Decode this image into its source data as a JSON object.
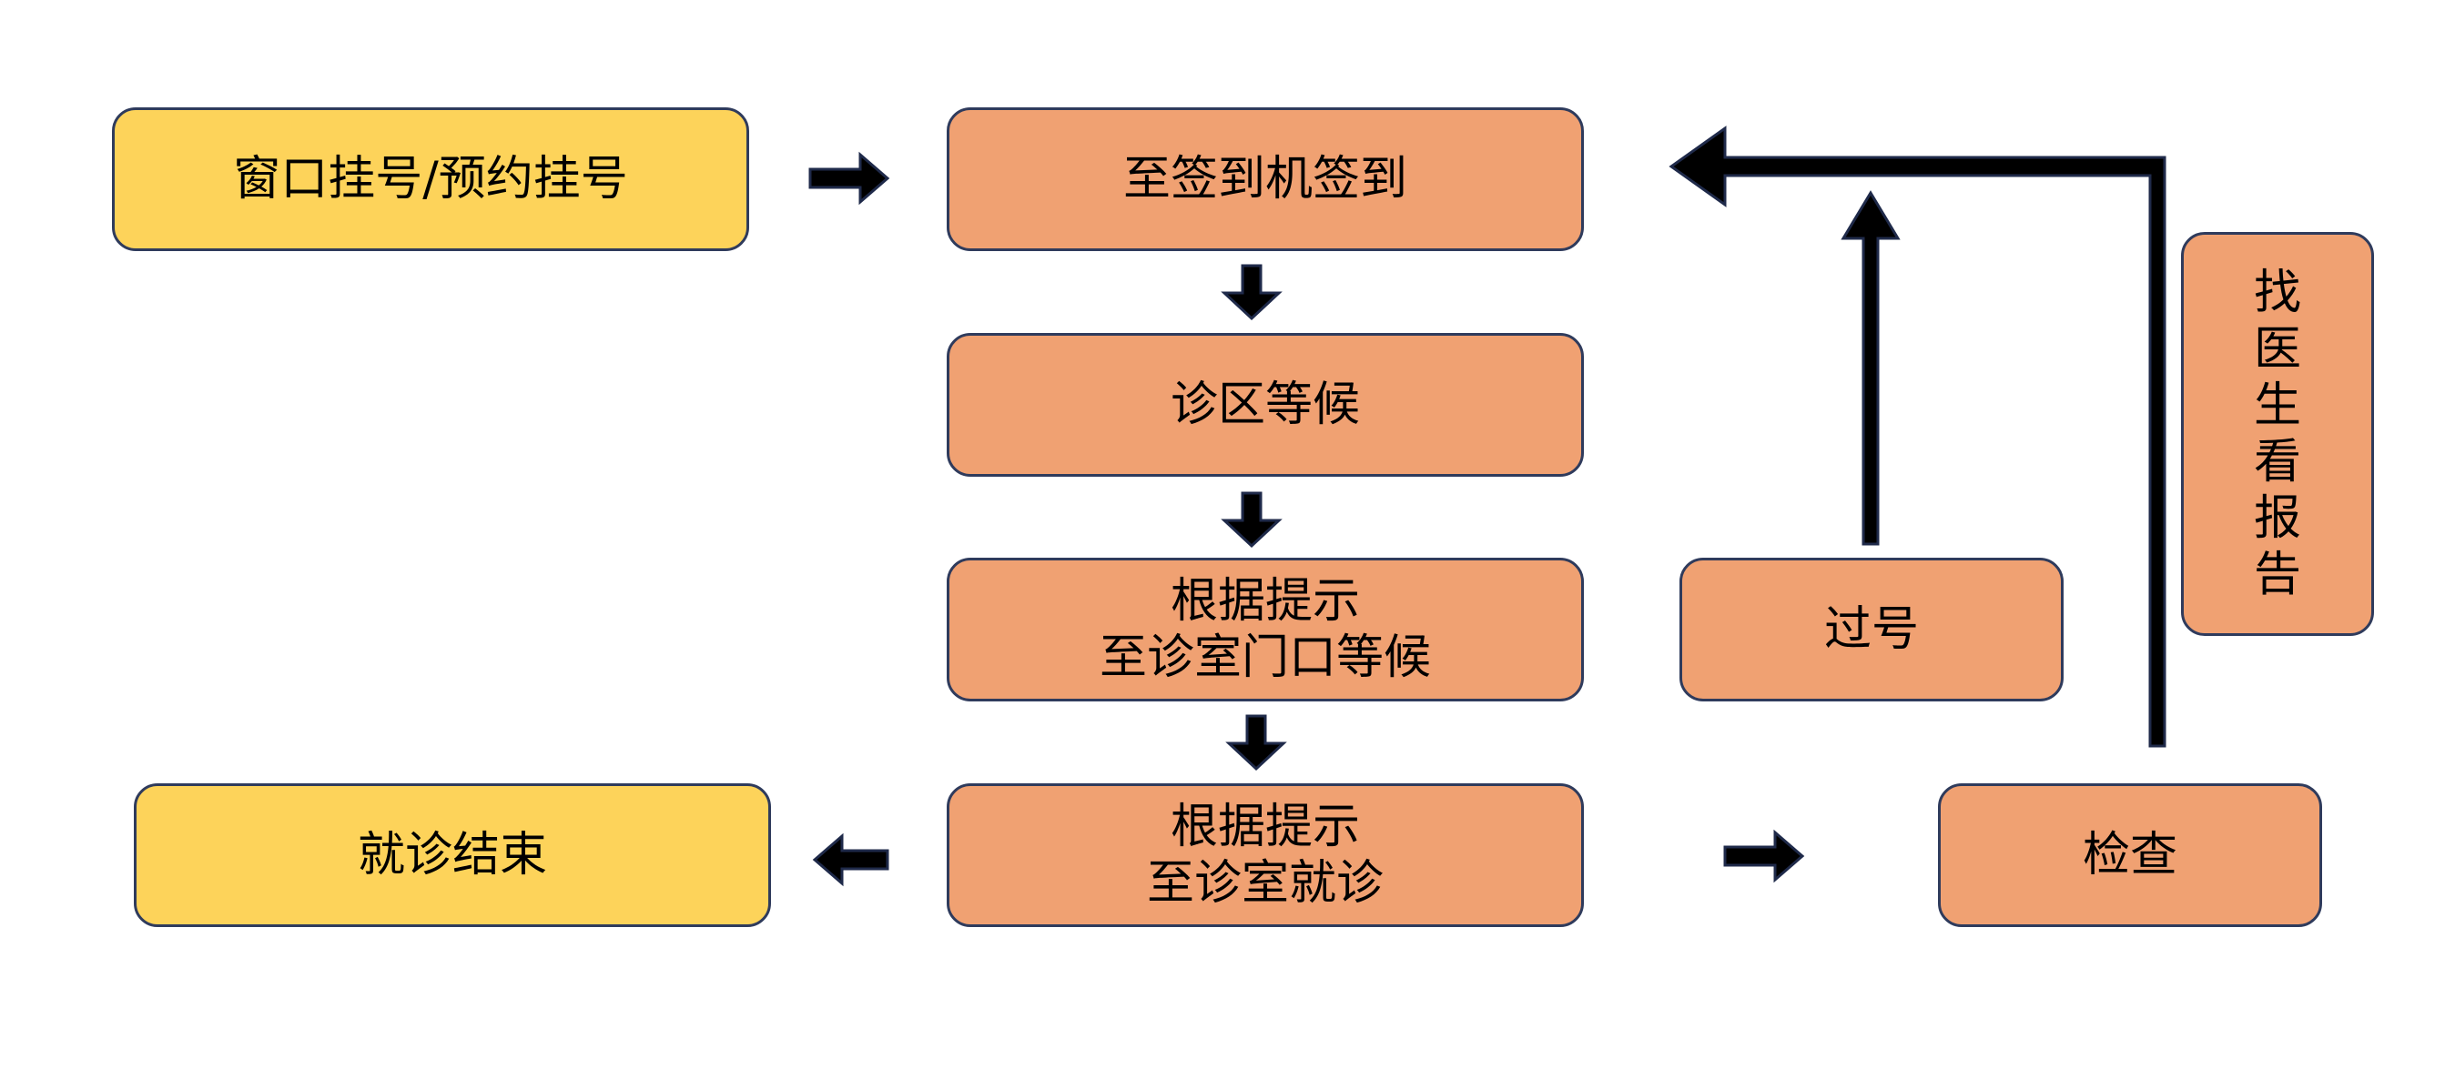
{
  "colors": {
    "start_end": "#fdd35a",
    "step": "#f0a172",
    "border": "#2f3b5c",
    "arrow": "#000000",
    "arrow_outline": "#1f2a4a"
  },
  "nodes": {
    "register": "窗口挂号/预约挂号",
    "checkin": "至签到机签到",
    "wait_area": "诊区等候",
    "wait_door": "根据提示\n至诊室门口等候",
    "consult": "根据提示\n至诊室就诊",
    "end": "就诊结束",
    "missed": "过号",
    "exam": "检查",
    "report": "找医生看报告"
  }
}
